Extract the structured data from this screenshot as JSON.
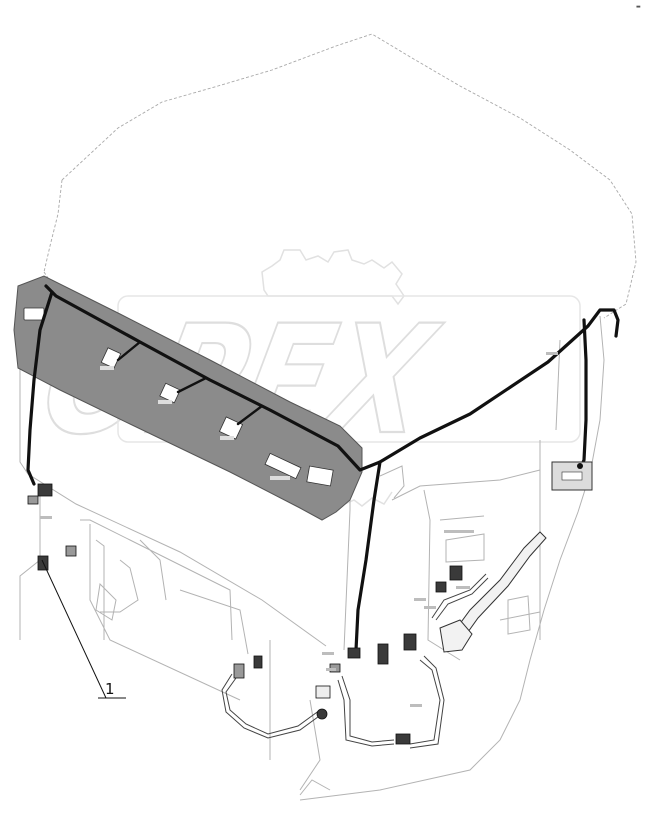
{
  "watermark": {
    "text": "OPEX"
  },
  "callouts": [
    {
      "id": "1",
      "label": "1"
    }
  ],
  "corner_mark": "▬"
}
